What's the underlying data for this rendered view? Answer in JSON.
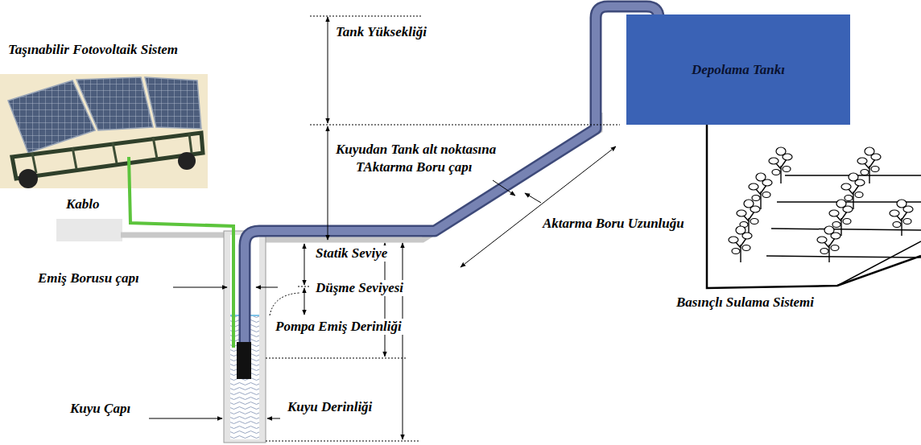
{
  "diagram": {
    "nodes": [
      {
        "text": [
          "Depolama Tankı"
        ]
      }
    ],
    "labels": [
      "Taşınabilir Fotovoltaik Sistem",
      "Kablo",
      "Tank Yüksekliği",
      "Kuyudan Tank alt noktasına",
      "TAktarma Boru çapı",
      "Aktarma Boru Uzunluğu",
      "Statik Seviye",
      "Düşme Seviyesi",
      "Pompa Emiş Derinliği",
      "Emiş Borusu çapı",
      "Kuyu Çapı",
      "Kuyu Derinliği",
      "Basınçlı Sulama Sistemi"
    ]
  }
}
